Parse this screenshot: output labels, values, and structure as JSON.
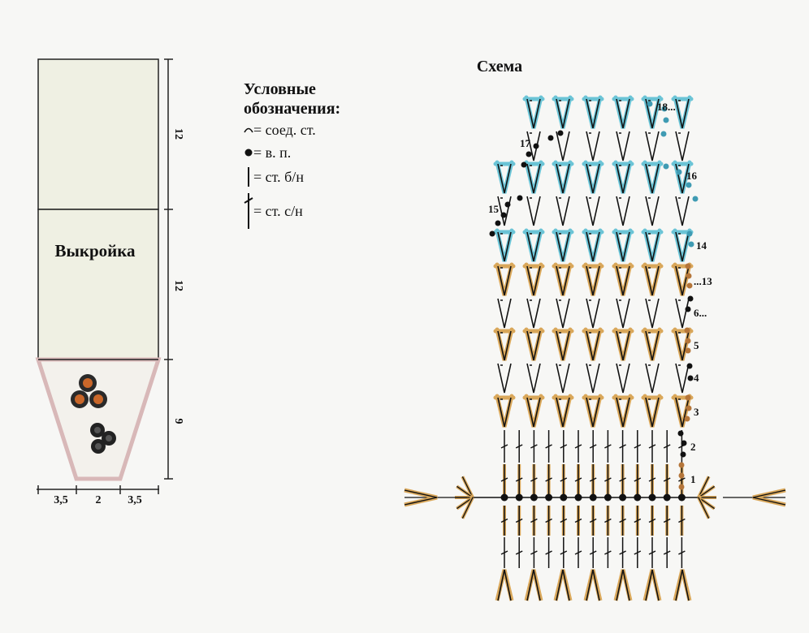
{
  "pattern": {
    "label": "Выкройка",
    "heights": [
      "12",
      "12",
      "9"
    ],
    "widths": [
      "3,5",
      "2",
      "3,5"
    ]
  },
  "legend": {
    "title_line1": "Условные",
    "title_line2": "обозначения:",
    "items": [
      {
        "icon": "slip-stitch-icon",
        "text": "= соед. ст."
      },
      {
        "icon": "chain-stitch-icon",
        "text": "= в. п."
      },
      {
        "icon": "single-crochet-icon",
        "text": "= ст. б/н"
      },
      {
        "icon": "double-crochet-icon",
        "text": "= ст. с/н"
      }
    ]
  },
  "scheme": {
    "title": "Схема",
    "row_labels": [
      "18...",
      "17",
      "16",
      "15",
      "14",
      "...13",
      "6...",
      "5",
      "4",
      "3",
      "2",
      "1"
    ]
  },
  "colors": {
    "orange": "#d9a75a",
    "blue": "#6bc4d6",
    "dot_orange": "#b5763a",
    "dot_blue": "#3f9bb3",
    "flower_orange": "#c9672a"
  }
}
